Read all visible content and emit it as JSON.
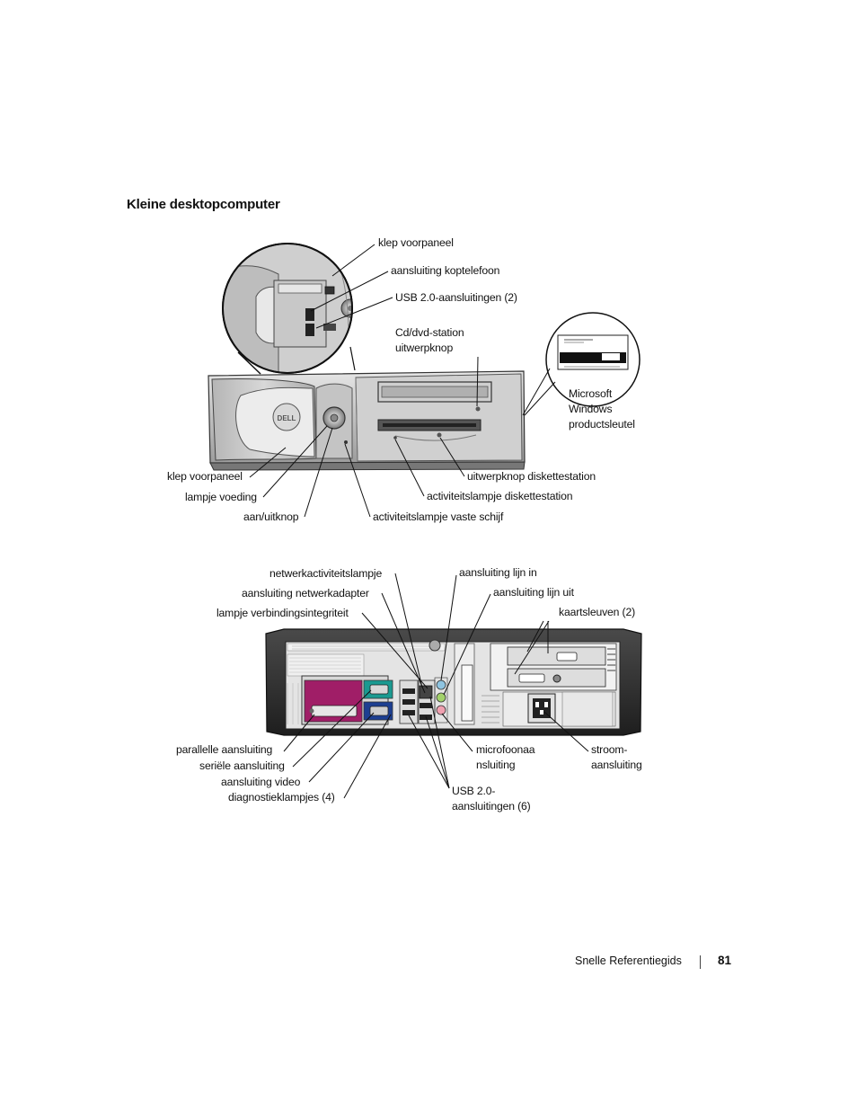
{
  "heading": "Kleine desktopcomputer",
  "front_labels": {
    "klep_voorpaneel_top": "klep voorpaneel",
    "aansluiting_koptelefoon": "aansluiting koptelefoon",
    "usb_front": "USB 2.0-aansluitingen (2)",
    "cd_dvd_line1": "Cd/dvd-station",
    "cd_dvd_line2": "uitwerpknop",
    "windows_line1": "Microsoft",
    "windows_line2": "Windows",
    "windows_line3": "productsleutel",
    "klep_voorpaneel_left": "klep voorpaneel",
    "lampje_voeding": "lampje voeding",
    "aan_uitknop": "aan/uitknop",
    "uitwerpknop_diskette": "uitwerpknop diskettestation",
    "activiteit_diskette": "activiteitslampje diskettestation",
    "activiteit_schijf": "activiteitslampje vaste schijf"
  },
  "front_logo": "DELL",
  "back_labels": {
    "netwerkactiviteit": "netwerkactiviteitslampje",
    "netwerkadapter": "aansluiting netwerkadapter",
    "verbindingsintegriteit": "lampje verbindingsintegriteit",
    "lijn_in": "aansluiting lijn in",
    "lijn_uit": "aansluiting lijn uit",
    "kaartsleuven": "kaartsleuven (2)",
    "parallel": "parallelle aansluiting",
    "serieel": "seriële aansluiting",
    "video": "aansluiting video",
    "diagnostiek": "diagnostieklampjes (4)",
    "microfoon_line1": "microfoonaa",
    "microfoon_line2": "nsluiting",
    "usb_back_line1": "USB 2.0-",
    "usb_back_line2": "aansluitingen (6)",
    "stroom_line1": "stroom-",
    "stroom_line2": "aansluiting"
  },
  "footer": {
    "title": "Snelle Referentiegids",
    "page": "81"
  }
}
